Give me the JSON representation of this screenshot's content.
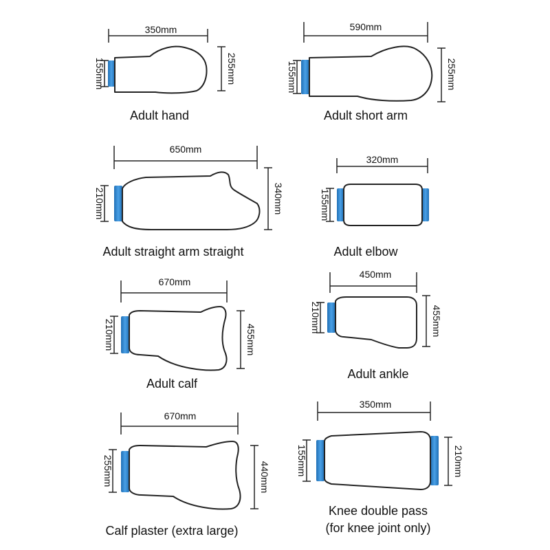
{
  "colors": {
    "cuff": "#3a8fd6",
    "cuff_dark": "#1f6fb5",
    "outline": "#222222"
  },
  "items": [
    {
      "caption": "Adult hand",
      "width": "350mm",
      "left_height": "155mm",
      "right_height": "255mm"
    },
    {
      "caption": "Adult short arm",
      "width": "590mm",
      "left_height": "155mm",
      "right_height": "255mm"
    },
    {
      "caption": "Adult straight arm straight",
      "width": "650mm",
      "left_height": "210mm",
      "right_height": "340mm"
    },
    {
      "caption": "Adult elbow",
      "width": "320mm",
      "left_height": "155mm"
    },
    {
      "caption": "Adult calf",
      "width": "670mm",
      "left_height": "210mm",
      "right_height": "455mm"
    },
    {
      "caption": "Adult ankle",
      "width": "450mm",
      "left_height": "210mm",
      "right_height": "455mm"
    },
    {
      "caption": "Calf plaster (extra large)",
      "width": "670mm",
      "left_height": "255mm",
      "right_height": "440mm"
    },
    {
      "caption": "Knee double pass",
      "caption_line2": "(for knee joint only)",
      "width": "350mm",
      "left_height": "155mm",
      "right_height": "210mm"
    }
  ]
}
